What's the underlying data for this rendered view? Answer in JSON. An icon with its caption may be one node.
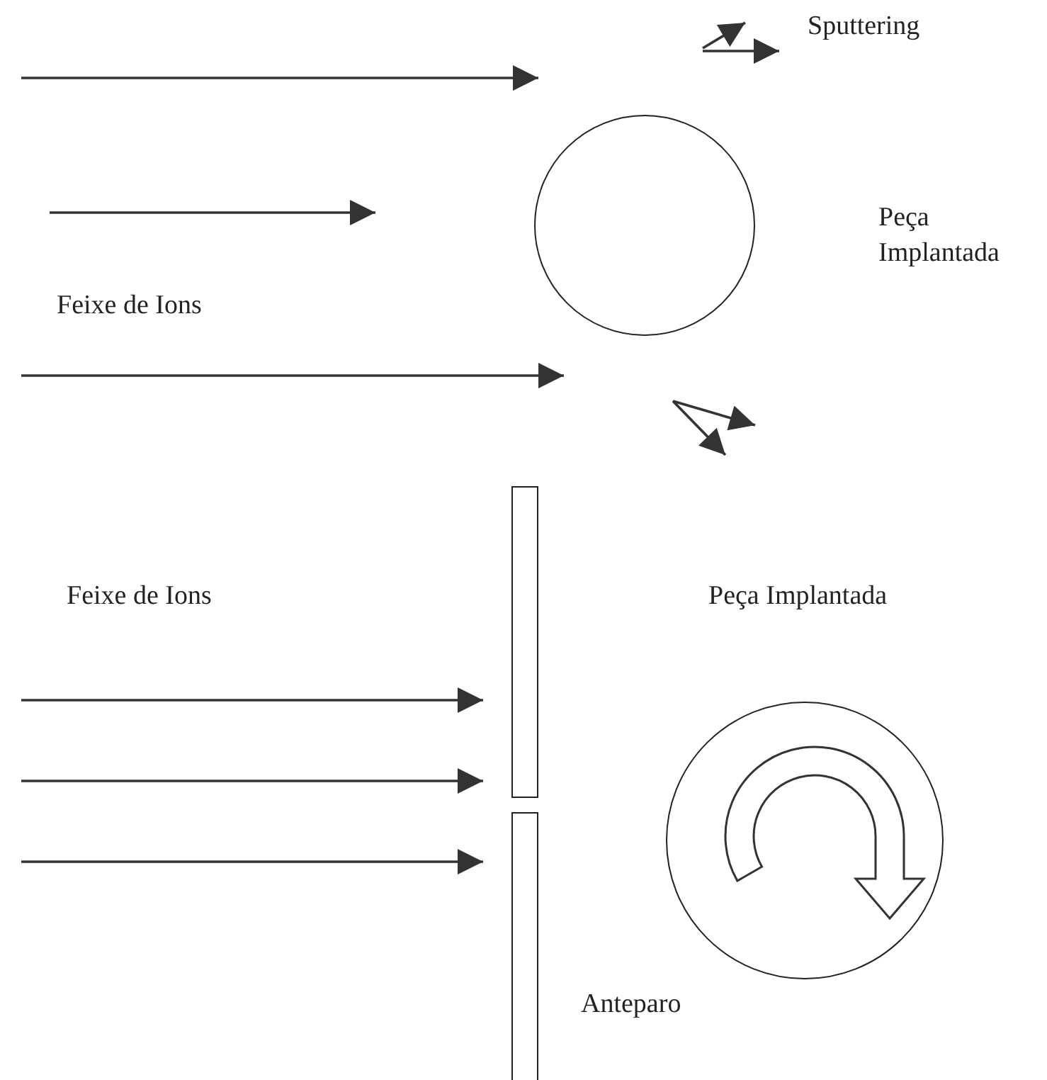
{
  "diagram": {
    "nodes": [
      {
        "text": [],
        "shape": "circle"
      },
      {
        "text": [],
        "shape": "bar"
      },
      {
        "text": [],
        "shape": "bar"
      },
      {
        "text": [],
        "shape": "circle"
      }
    ],
    "labels": [
      "Sputtering",
      "Peça Implantada",
      "Feixe de Ions",
      "Feixe de Ions",
      "Peça Implantada",
      "Anteparo"
    ]
  }
}
